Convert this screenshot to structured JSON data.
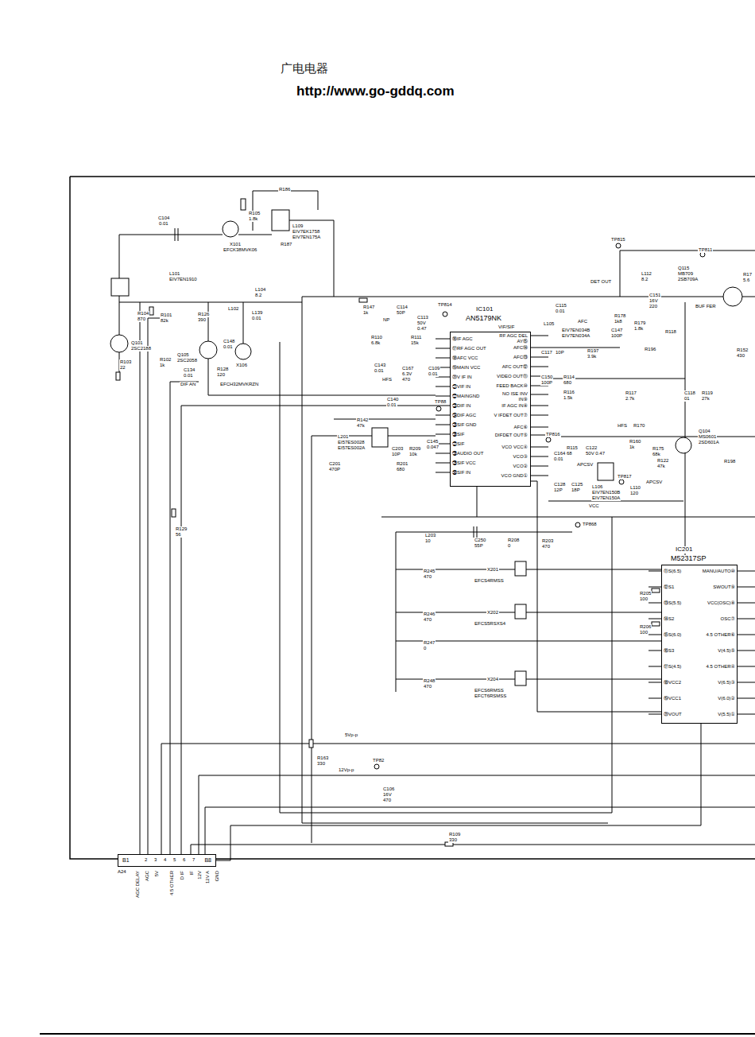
{
  "diagram": {
    "nodes": [
      {
        "text": [
          "IC101",
          "AN5179NK"
        ]
      },
      {
        "text": [
          "IC201",
          "M52317SP"
        ]
      },
      {
        "text": [
          "B1",
          "B8"
        ]
      }
    ],
    "edges": [
      {
        "from": 0,
        "to": 1,
        "arrow": "none"
      },
      {
        "from": 1,
        "to": 2,
        "arrow": "none"
      }
    ],
    "labels": [
      "广电电器",
      "http://www.go-gddq.com",
      "C104",
      "0.01",
      "R186",
      "R105",
      "1.8k",
      "L109",
      "EIV7EK1758",
      "EIV7EN175A",
      "R187",
      "X101",
      "EFCK38MVK06",
      "L101",
      "EIV7EN1910",
      "R104",
      "870",
      "R101",
      "82k",
      "R126",
      "390",
      "L102",
      "L104",
      "8.2",
      "L139",
      "0.01",
      "Q101",
      "2SC2188",
      "R103",
      "22",
      "R102",
      "1k",
      "Q105",
      "2SC2058",
      "C148",
      "0.01",
      "C134",
      "0.01",
      "R128",
      "120",
      "X106",
      "EFCH32MVKRZN",
      "DIF AN",
      "⑯IF AGC",
      "⑰RF AGC OUT",
      "⑱AFC VCC",
      "⑲MAIN VCC",
      "⑳V IF IN",
      "㉑VIF IN",
      "㉒MAINGND",
      "㉓DIF IN",
      "㉔DIF AGC",
      "㉕SIF GND",
      "㉖SIF",
      "㉗SIF",
      "㉘AUDIO OUT",
      "㉙SIF VCC",
      "㉚SIF IN",
      "RF AGC DEL AY⑮",
      "AFC⑭",
      "AFC⑬",
      "AFC OUT⑫",
      "VIDEO OUT⑪",
      "FEED BACK⑩",
      "NO ISE INV IN⑨",
      "IF AGC IN⑧",
      "V IFDET OUT⑦",
      "AFC⑥",
      "DIFDET OUT⑤",
      "VCO VCC④",
      "VCO③",
      "VCO②",
      "VCO GND①",
      "VIF/SIF",
      "TP815",
      "TP811",
      "DET OUT",
      "L112",
      "8.2",
      "Q115",
      "MB709",
      "2SB709A",
      "C151",
      "16V",
      "220",
      "BUF FER",
      "R17",
      "5.6",
      "R147",
      "1k",
      "C114",
      "50P",
      "NP",
      "TP814",
      "C113",
      "50V",
      "0.47",
      "C115",
      "0.01",
      "R178",
      "1k8",
      "R179",
      "1.8k",
      "C147",
      "100P",
      "AFC",
      "L105",
      "EIV7EN034B",
      "EIV7EN034A",
      "C117",
      "10P",
      "R110",
      "6.8k",
      "R111",
      "15k",
      "C143",
      "0.01",
      "HFS",
      "C167",
      "6.3V",
      "470",
      "C109",
      "0.01",
      "C140",
      "0.01",
      "TP88",
      "R142",
      "47k",
      "L201",
      "EI57ES0028",
      "EI57ES002A",
      "C145",
      "0.047",
      "C203",
      "10P",
      "R209",
      "10k",
      "C201",
      "470P",
      "R201",
      "680",
      "C150",
      "100P",
      "R114",
      "680",
      "R116",
      "1.5k",
      "R197",
      "3.9k",
      "R196",
      "R118",
      "R117",
      "2.7k",
      "C118",
      "01",
      "R119",
      "27k",
      "R152",
      "430",
      "TP816",
      "HFS",
      "R170",
      "R115",
      "68",
      "C122",
      "50V 0.47",
      "APCSV",
      "R160",
      "1k",
      "R175",
      "68k",
      "Q104",
      "MS0601",
      "2SD601A",
      "R122",
      "47k",
      "R198",
      "C164",
      "0.01",
      "TP817",
      "C128",
      "12P",
      "C125",
      "18P",
      "L106",
      "EIV7EN150B",
      "EIV7EN150A",
      "L110",
      "120",
      "APCSV",
      "VCC",
      "TP868",
      "L203",
      "10",
      "C250",
      "55P",
      "R208",
      "0",
      "R203",
      "470",
      "R245",
      "470",
      "X201",
      "EFCS4RMSS",
      "R246",
      "470",
      "X202",
      "EFCS5RSXS4",
      "R247",
      "0",
      "R248",
      "470",
      "X204",
      "EFCS6RMSS",
      "EFCT6RSMSS",
      "R205",
      "100",
      "R206",
      "100",
      "R129",
      "56",
      "5Vp-p",
      "R163",
      "330",
      "12Vp-p",
      "TP82",
      "C106",
      "16V",
      "470",
      "R109",
      "330",
      "⑪S(6.5)",
      "⑫S1",
      "⑬S(5.5)",
      "⑭S2",
      "⑮S(6.0)",
      "⑯S3",
      "⑰S(4.5)",
      "⑱VCC2",
      "⑲VCC1",
      "⑳VOUT",
      "MANU/AUTO⑩",
      "SWOUT⑨",
      "VCC(OSC)⑧",
      "OSC⑦",
      "4.5 OTHER⑥",
      "V(4.5)⑤",
      "4.5 OTHER④",
      "V(6.5)③",
      "V(6.0)②",
      "V(5.5)①",
      "AGC DELAY",
      "AGC",
      "5V",
      "4.5 OTHER",
      "D IF",
      "IF",
      "12V",
      "12V A",
      "GND",
      "A24",
      "2",
      "3",
      "4",
      "5",
      "6",
      "7"
    ]
  }
}
